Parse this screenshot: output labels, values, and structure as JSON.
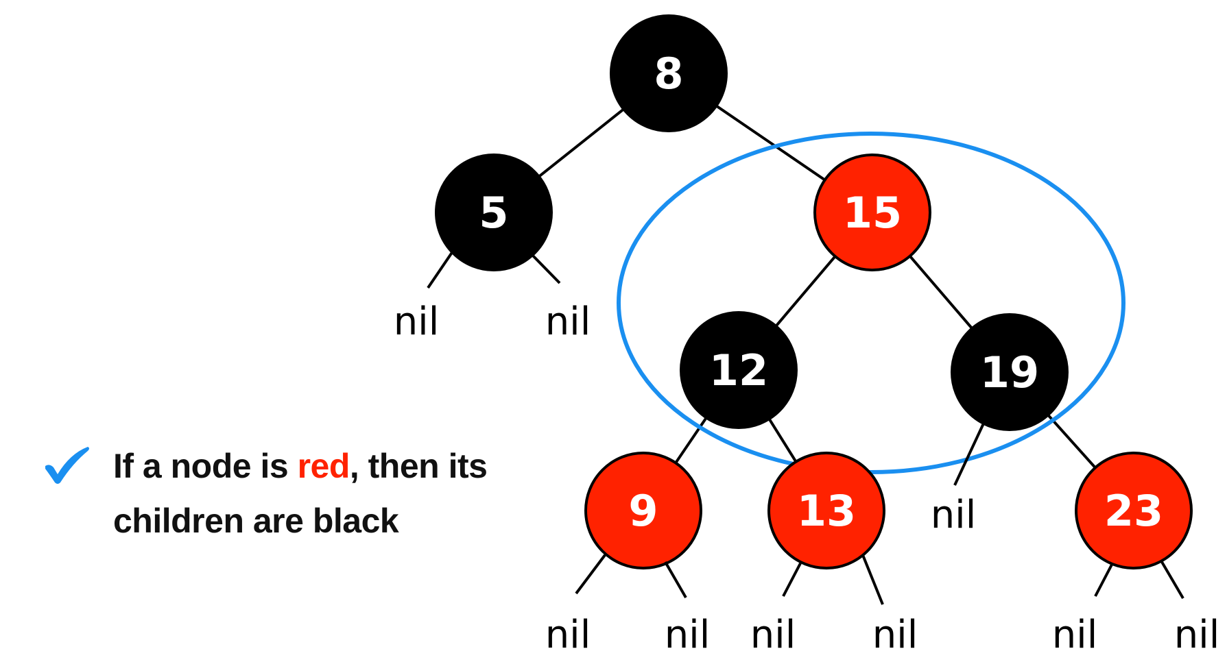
{
  "diagram": {
    "colors": {
      "black_node": "#000000",
      "red_node": "#ff2200",
      "highlight": "#1a8ff0",
      "check": "#1a8ff0"
    },
    "nodes": [
      {
        "id": "n8",
        "label": "8",
        "color": "black"
      },
      {
        "id": "n5",
        "label": "5",
        "color": "black"
      },
      {
        "id": "n15",
        "label": "15",
        "color": "red"
      },
      {
        "id": "n12",
        "label": "12",
        "color": "black"
      },
      {
        "id": "n19",
        "label": "19",
        "color": "black"
      },
      {
        "id": "n9",
        "label": "9",
        "color": "red"
      },
      {
        "id": "n13",
        "label": "13",
        "color": "red"
      },
      {
        "id": "n23",
        "label": "23",
        "color": "red"
      }
    ],
    "nil_label": "nil",
    "edges": [
      [
        "n8",
        "n5"
      ],
      [
        "n8",
        "n15"
      ],
      [
        "n15",
        "n12"
      ],
      [
        "n15",
        "n19"
      ],
      [
        "n12",
        "n9"
      ],
      [
        "n12",
        "n13"
      ],
      [
        "n19",
        "n23"
      ]
    ],
    "highlight": "ellipse around subtree rooted at 15"
  },
  "caption": {
    "check_icon": "check-icon",
    "part1": "If a node is ",
    "red_word": "red",
    "part2": ", then its",
    "line2": "children are black"
  }
}
